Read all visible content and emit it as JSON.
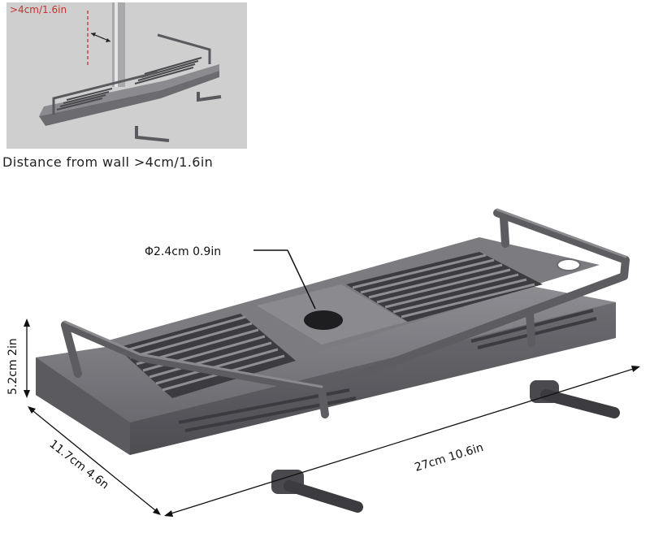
{
  "inset": {
    "distance_label": ">4cm/1.6in",
    "accent_color": "#c2322f"
  },
  "caption": "Distance from wall >4cm/1.6in",
  "dimensions": {
    "pole_diameter": "Φ2.4cm 0.9in",
    "height": "5.2cm 2in",
    "depth": "11.7cm 4.6n",
    "length": "27cm 10.6in"
  },
  "colors": {
    "product": "#6c6c70",
    "product_dark": "#4a4a4e",
    "product_light": "#8a8a8f"
  }
}
